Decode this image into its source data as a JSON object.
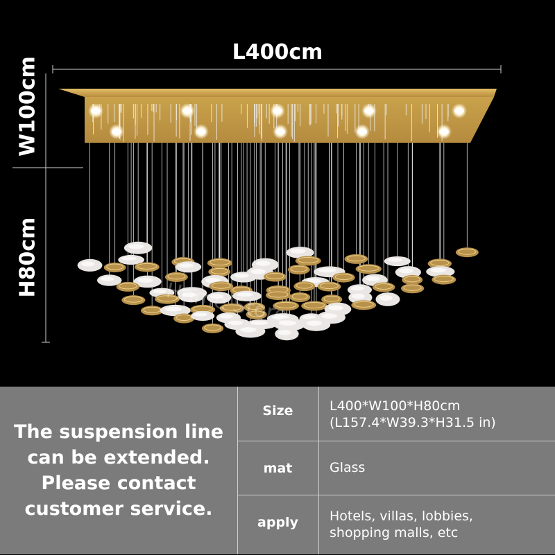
{
  "dimensions": {
    "length": "L400cm",
    "width": "W100cm",
    "height": "H80cm"
  },
  "watermark": "Home Store",
  "colors": {
    "background_top": "#000000",
    "panel": "#7b7b7b",
    "frame_gold": "#c9a24b",
    "disc_white": "#e9e6e3",
    "disc_gold": "#b8914a"
  },
  "note": "The suspension line can be extended. Please contact customer service.",
  "specs": [
    {
      "key": "Size",
      "value_line1": "L400*W100*H80cm",
      "value_line2": "(L157.4*W39.3*H31.5 in)"
    },
    {
      "key": "mat",
      "value_line1": "Glass",
      "value_line2": ""
    },
    {
      "key": "apply",
      "value_line1": "Hotels, villas, lobbies,",
      "value_line2": "shopping malls, etc"
    }
  ]
}
